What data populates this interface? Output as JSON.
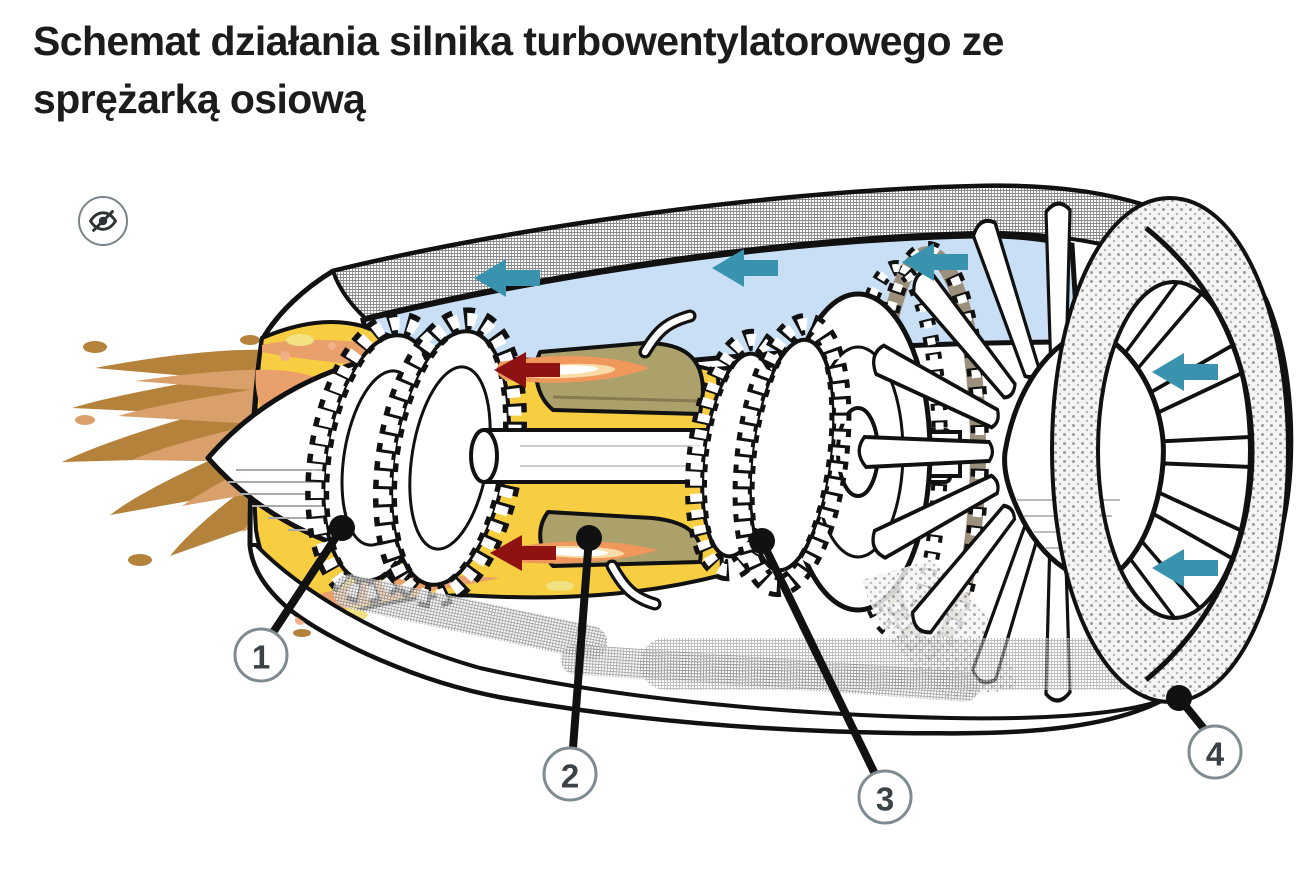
{
  "header": {
    "title": "Schemat działania silnika turbowentylatorowego ze sprężarką osiową"
  },
  "controls": {
    "visibility_toggle_icon": "eye-off-icon"
  },
  "diagram": {
    "type": "cutaway-illustration",
    "callouts": [
      {
        "number": "1"
      },
      {
        "number": "2"
      },
      {
        "number": "3"
      },
      {
        "number": "4"
      }
    ],
    "flow_arrows": {
      "intake_air": {
        "color": "#3A93AE",
        "count": 2,
        "direction": "left"
      },
      "bypass_air": {
        "color": "#3A93AE",
        "count": 3,
        "direction": "left"
      },
      "hot_gas": {
        "color": "#8E1212",
        "count": 2,
        "direction": "left"
      }
    },
    "colors": {
      "bypass_duct_blue": "#C8DFF5",
      "hot_section_yellow": "#F7CE41",
      "pale_yellow": "#F2E284",
      "flame_orange": "#F0975B",
      "combustor_olive": "#ACA06B",
      "exhaust_brown_dark": "#B5823C",
      "exhaust_brown_light": "#D9A06B",
      "outline_black": "#111111",
      "callout_border_gray": "#7E8C92"
    }
  }
}
